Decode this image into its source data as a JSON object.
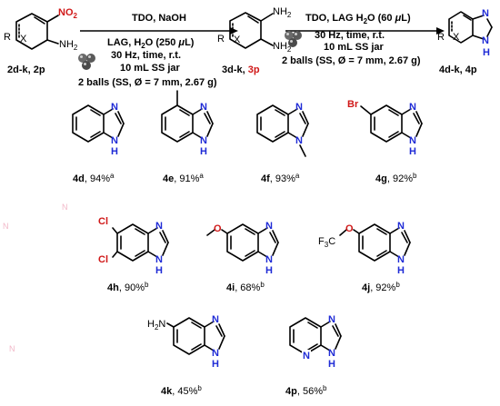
{
  "reagents": {
    "sm_nitro": "NO",
    "sm_nitro_sub": "2",
    "sm_r": "R",
    "sm_x": "X",
    "sm_nh2": "NH",
    "sm_nh2_sub": "2",
    "int_nh2a": "NH",
    "int_nh2a_sub": "2",
    "int_nh2b": "NH",
    "int_nh2b_sub": "2",
    "int_r": "R",
    "int_x": "X",
    "prod_n": "N",
    "prod_nh": "NH",
    "prod_h": "H",
    "prod_r": "R",
    "prod_x": "X"
  },
  "step1": {
    "line1": "TDO, NaOH",
    "line2_pre": "LAG, H",
    "line2_sub": "2",
    "line2_post": "O (250 ",
    "line2_mu": "μ",
    "line2_end": "L)",
    "line3": "30 Hz, time, r.t.",
    "line4": "10 mL SS jar",
    "line5": "2 balls (SS, Ø = 7 mm, 2.67 g)"
  },
  "step2": {
    "line1_pre": "TDO, LAG H",
    "line1_sub": "2",
    "line1_post": "O (60 ",
    "line1_mu": "μ",
    "line1_end": "L)",
    "line2": "30 Hz, time, r.t.",
    "line3": "10 mL SS jar",
    "line4": "2 balls (SS, Ø = 7 mm, 2.67 g)"
  },
  "labels": {
    "sm": "2d-k, 2p",
    "int_main": "3d-k, ",
    "int_p": "3p",
    "prod": "4d-k, 4p"
  },
  "atoms": {
    "N": "N",
    "NH": "N",
    "H": "H",
    "Br": "Br",
    "Cl": "Cl",
    "O": "O",
    "F3C": "F",
    "F3C_sub": "3",
    "F3C_C": "C",
    "H2N": "H",
    "H2N_sub": "2",
    "H2N_N": "N"
  },
  "compounds": [
    {
      "id": "4d",
      "yield": ", 94%",
      "sup": "a"
    },
    {
      "id": "4e",
      "yield": ", 91%",
      "sup": "a"
    },
    {
      "id": "4f",
      "yield": ", 93%",
      "sup": "a"
    },
    {
      "id": "4g",
      "yield": ", 92%",
      "sup": "b"
    },
    {
      "id": "4h",
      "yield": ", 90%",
      "sup": "b"
    },
    {
      "id": "4i",
      "yield": ", 68%",
      "sup": "b"
    },
    {
      "id": "4j",
      "yield": ", 92%",
      "sup": "b"
    },
    {
      "id": "4k",
      "yield": ", 45%",
      "sup": "b"
    },
    {
      "id": "4p",
      "yield": ", 56%",
      "sup": "b"
    }
  ]
}
